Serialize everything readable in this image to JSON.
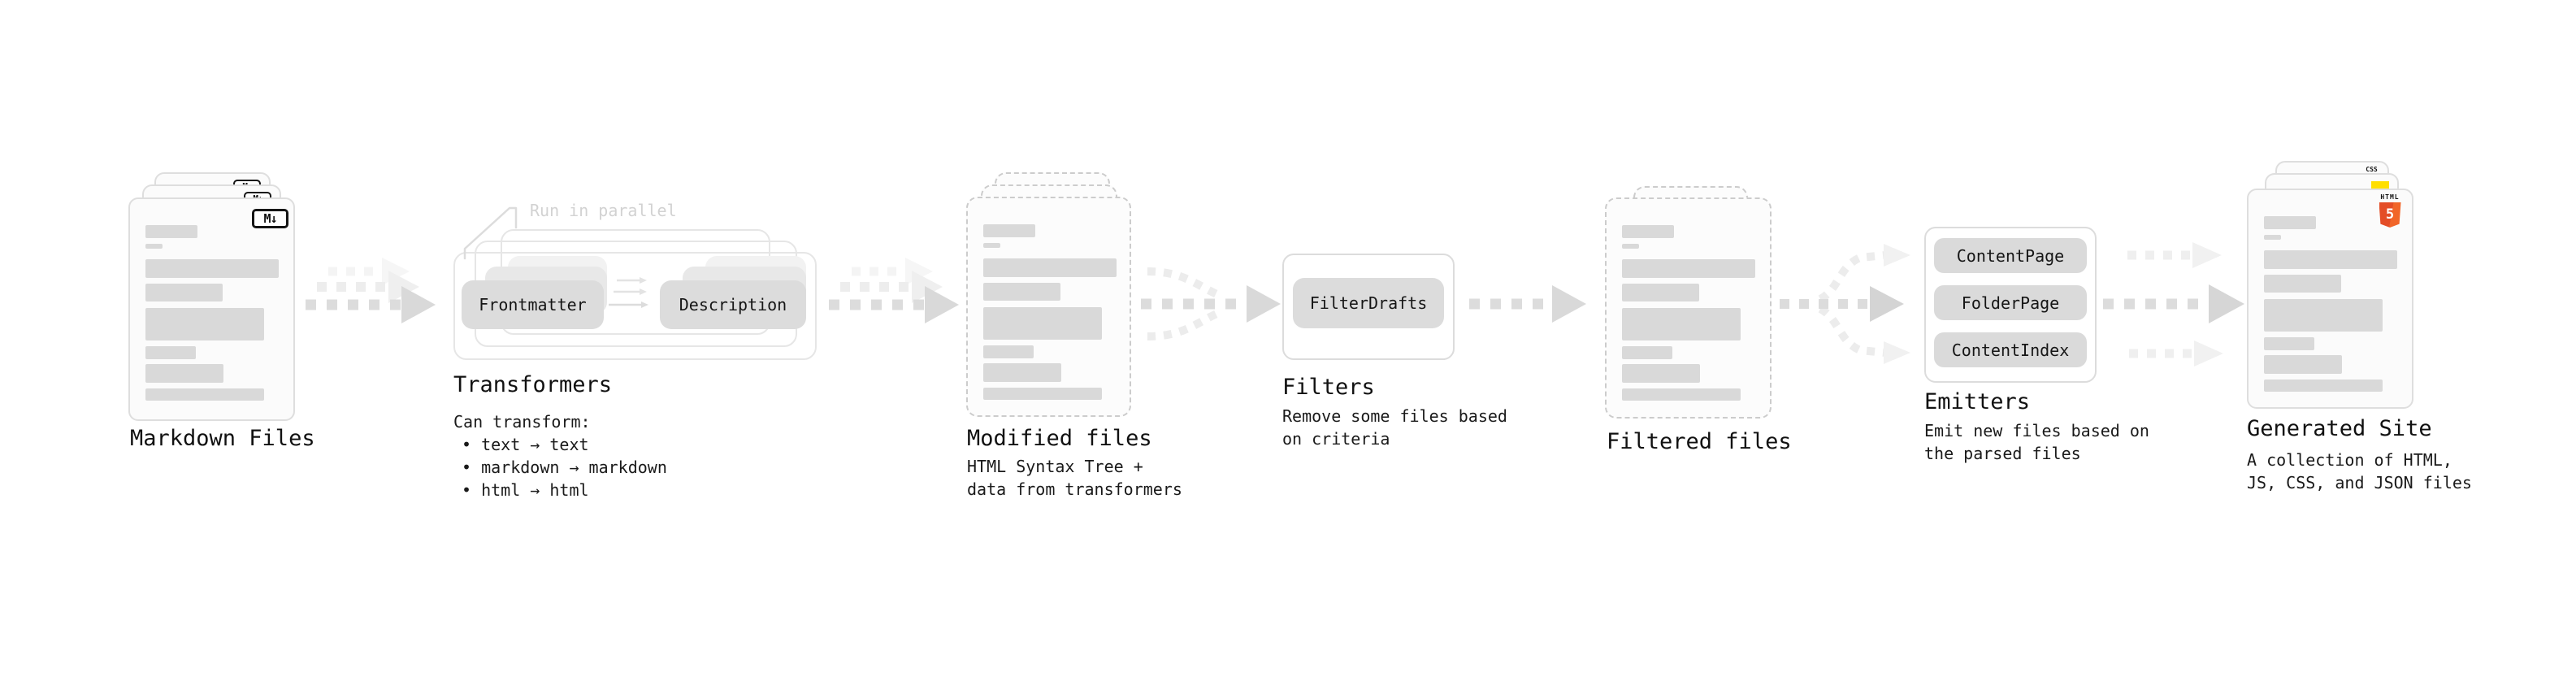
{
  "palette": {
    "bar_gray": "#d9d9d9",
    "pill_gray": "#dcdcdc",
    "arrow_gray": "#dcdcdc",
    "arrow_light": "#ededed",
    "note_gray": "#d2d2d2",
    "html5_orange": "#e44d26",
    "html5_orange_light": "#f16529",
    "js_yellow": "#ffdf00",
    "css_blue": "#2b62ff"
  },
  "stages": {
    "markdown_files": {
      "title": "Markdown Files",
      "badge": "M↓"
    },
    "transformers": {
      "title": "Transformers",
      "note": "Run in parallel",
      "pills": [
        "Frontmatter",
        "Description"
      ],
      "desc_heading": "Can transform:",
      "bullets": [
        "• text → text",
        "• markdown → markdown",
        "• html → html"
      ]
    },
    "modified_files": {
      "title": "Modified files",
      "desc": [
        "HTML Syntax Tree +",
        "data from transformers"
      ]
    },
    "filters": {
      "title": "Filters",
      "pills": [
        "FilterDrafts"
      ],
      "desc": [
        "Remove some files based",
        "on criteria"
      ]
    },
    "filtered_files": {
      "title": "Filtered files"
    },
    "emitters": {
      "title": "Emitters",
      "pills": [
        "ContentPage",
        "FolderPage",
        "ContentIndex"
      ],
      "desc": [
        "Emit new files based on",
        "the parsed files"
      ]
    },
    "generated_site": {
      "title": "Generated Site",
      "desc": [
        "A collection of HTML,",
        "JS, CSS, and JSON files"
      ],
      "icons": {
        "html5_word": "HTML",
        "html5_five": "5",
        "css_word": "CSS"
      }
    }
  }
}
